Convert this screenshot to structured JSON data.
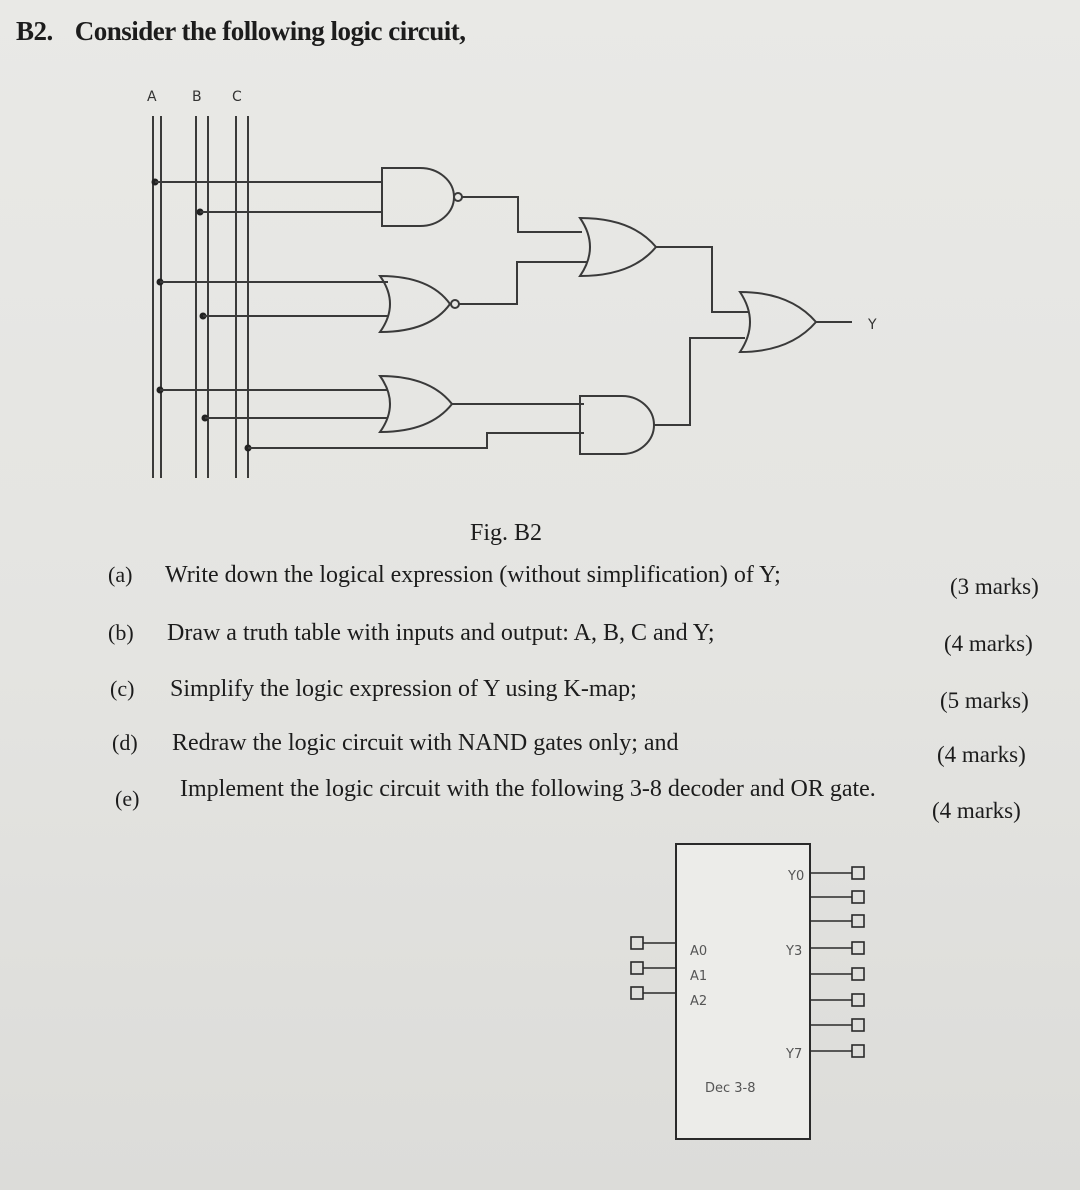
{
  "heading": {
    "number": "B2.",
    "text": "Consider the following logic circuit,"
  },
  "circuit": {
    "inputs": [
      "A",
      "B",
      "C"
    ],
    "output": "Y",
    "caption": "Fig. B2"
  },
  "questions": [
    {
      "label": "(a)",
      "text": "Write down the logical expression (without simplification) of Y;",
      "marks": "(3 marks)"
    },
    {
      "label": "(b)",
      "text": "Draw a truth table with inputs and output: A, B, C and Y;",
      "marks": "(4 marks)"
    },
    {
      "label": "(c)",
      "text": "Simplify the logic expression of Y using K-map;",
      "marks": "(5 marks)"
    },
    {
      "label": "(d)",
      "text": "Redraw the logic circuit with NAND gates only; and",
      "marks": "(4 marks)"
    },
    {
      "label": "(e)",
      "text": "Implement the logic circuit with the following 3-8 decoder and OR gate.",
      "marks": "(4 marks)"
    }
  ],
  "decoder": {
    "name": "Dec 3-8",
    "inputs": [
      "A0",
      "A1",
      "A2"
    ],
    "outputs_labeled": [
      "Y0",
      "Y3",
      "Y7"
    ]
  }
}
